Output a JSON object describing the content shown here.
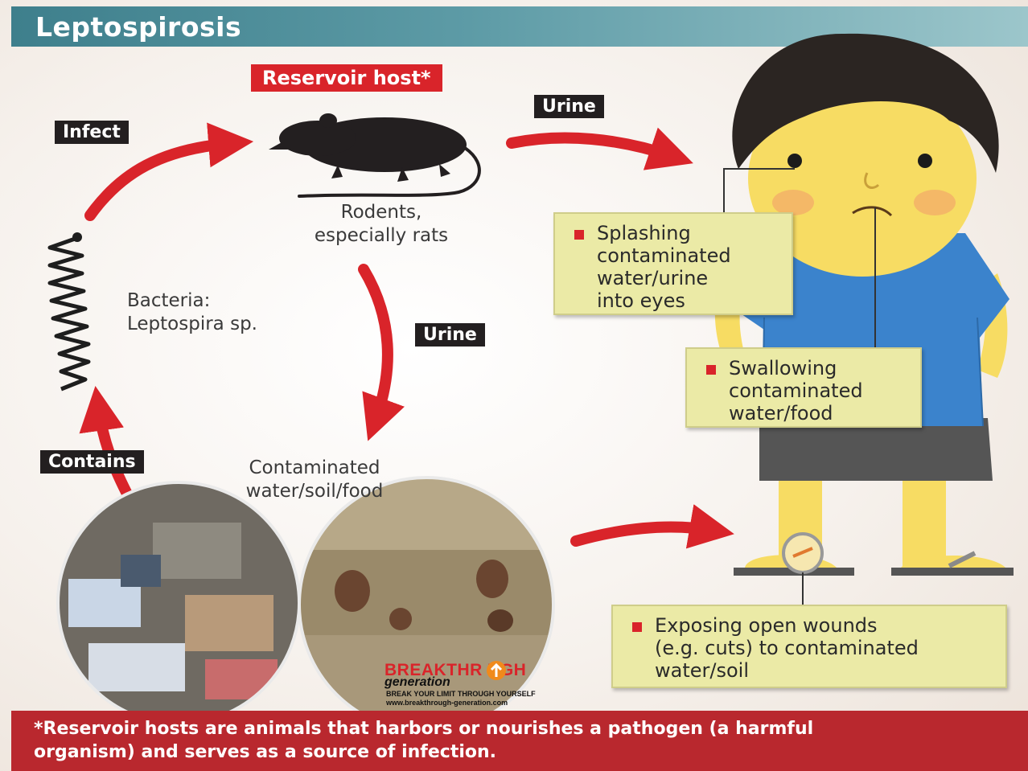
{
  "title": "Leptospirosis",
  "reservoir_label": "Reservoir host*",
  "tags": {
    "infect": "Infect",
    "urine_top": "Urine",
    "urine_mid": "Urine",
    "contains": "Contains"
  },
  "rodent_caption": [
    "Rodents,",
    "especially rats"
  ],
  "bacteria_caption": [
    "Bacteria:",
    "Leptospira sp."
  ],
  "contaminated_caption": [
    "Contaminated",
    "water/soil/food"
  ],
  "callouts": {
    "eyes": [
      "Splashing",
      "contaminated",
      "water/urine",
      "into eyes"
    ],
    "swallow": [
      "Swallowing",
      "contaminated",
      "water/food"
    ],
    "wounds": [
      "Exposing open wounds",
      "(e.g. cuts) to contaminated",
      "water/soil"
    ]
  },
  "footnote": [
    "*Reservoir hosts are animals that harbors or nourishes a pathogen (a harmful",
    "organism) and serves as a source of infection."
  ],
  "logo": {
    "main": "BREAKTHR  UGH",
    "sub": "generation",
    "tagline": "BREAK YOUR LIMIT THROUGH YOURSELF",
    "url": "www.breakthrough-generation.com"
  },
  "colors": {
    "title_bar": "#3e7f8c",
    "accent_red": "#d9242a",
    "tag_black": "#231f20",
    "callout_fill": "#ebeaa6",
    "footer": "#b9282e",
    "shirt": "#3b83cc",
    "shorts": "#555555",
    "skin": "#f7dc63",
    "hair": "#2b2522"
  }
}
